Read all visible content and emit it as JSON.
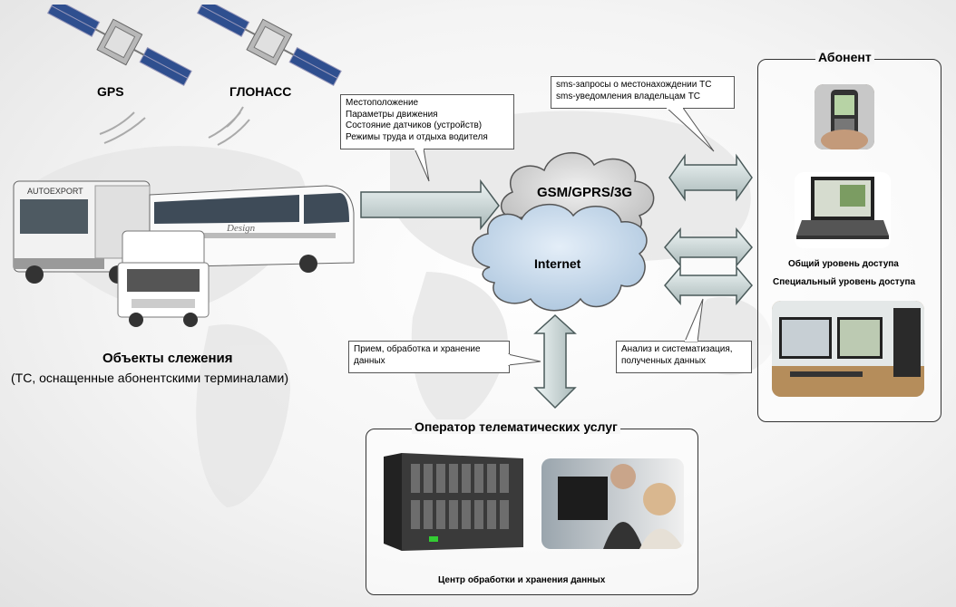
{
  "satellites": {
    "gps_label": "GPS",
    "glonass_label": "ГЛОНАСС"
  },
  "tracking_objects": {
    "title": "Объекты слежения",
    "subtitle": "(ТС, оснащенные абонентскими терминалами)",
    "truck_brand": "AUTOEXPORT",
    "bus_brand": "Design"
  },
  "vehicle_data_callout": {
    "lines": [
      "Местоположение",
      "Параметры движения",
      "Состояние датчиков (устройств)",
      "Режимы труда и отдыха водителя"
    ]
  },
  "sms_callout": {
    "lines": [
      "sms-запросы о местонахождении ТС",
      "sms-уведомления владельцам ТС"
    ]
  },
  "networks": {
    "gsm_label": "GSM/GPRS/3G",
    "internet_label": "Internet"
  },
  "processing_callout": {
    "lines": [
      "Прием, обработка и хранение",
      "данных"
    ]
  },
  "analysis_callout": {
    "lines": [
      "Анализ и систематизация,",
      "полученных данных"
    ]
  },
  "subscriber": {
    "title": "Абонент",
    "general_access": "Общий уровень доступа",
    "special_access": "Специальный уровень доступа"
  },
  "operator": {
    "title": "Оператор телематических услуг",
    "caption": "Центр обработки и хранения данных"
  },
  "colors": {
    "arrow_fill": "#d6e4e4",
    "arrow_stroke": "#4a5a5a",
    "cloud_gsm": "#cfcfcf",
    "cloud_internet": "#c9dcec"
  }
}
